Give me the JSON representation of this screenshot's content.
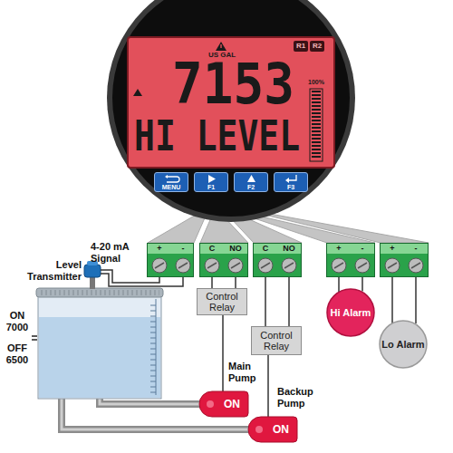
{
  "diagram": {
    "nodes": [
      {
        "text": [
          "US GAL",
          "7153",
          "HI LEVEL",
          "100%"
        ]
      },
      {
        "text": [
          "R1"
        ],
        "in": 0
      },
      {
        "text": [
          "R2"
        ],
        "in": 0
      },
      {
        "text": [
          "MENU"
        ]
      },
      {
        "text": [
          "F1"
        ]
      },
      {
        "text": [
          "F2"
        ]
      },
      {
        "text": [
          "F3"
        ]
      },
      {
        "text": [
          "+",
          "-"
        ]
      },
      {
        "text": [
          "C",
          "NO"
        ]
      },
      {
        "text": [
          "C",
          "NO"
        ]
      },
      {
        "text": [
          "+",
          "-"
        ]
      },
      {
        "text": [
          "+",
          "-"
        ]
      },
      {
        "text": [
          "Control Relay"
        ]
      },
      {
        "text": [
          "Hi Alarm"
        ]
      },
      {
        "text": [
          "Control Relay"
        ]
      },
      {
        "text": [
          "Lo Alarm"
        ]
      },
      {
        "text": [
          "Main Pump",
          "ON"
        ]
      },
      {
        "text": [
          "Backup Pump",
          "ON"
        ]
      }
    ],
    "edges": [
      {
        "from": 8,
        "to": 12,
        "arrow": "none"
      },
      {
        "from": 12,
        "to": 16,
        "arrow": "none"
      },
      {
        "from": 9,
        "to": 14,
        "arrow": "none"
      },
      {
        "from": 14,
        "to": 17,
        "arrow": "none"
      },
      {
        "from": 10,
        "to": 13,
        "arrow": "none"
      },
      {
        "from": 11,
        "to": 15,
        "arrow": "none"
      }
    ],
    "labels": [
      "4-20 mA Signal",
      "Level Transmitter",
      "ON 7000",
      "OFF 6500"
    ]
  }
}
